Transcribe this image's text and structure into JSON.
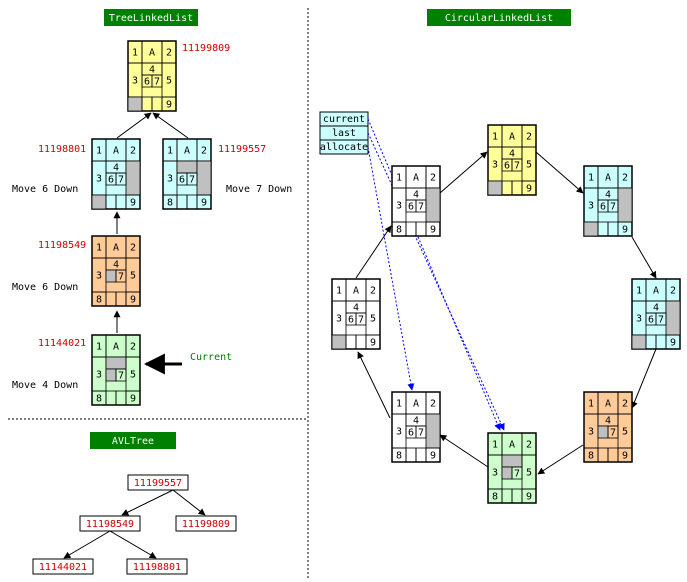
{
  "sections": {
    "tree": "TreeLinkedList",
    "circular": "CircularLinkedList",
    "avl": "AVLTree"
  },
  "colors": {
    "yellow": "#ffff99",
    "cyan": "#ccffff",
    "orange": "#ffcc99",
    "green": "#ccffcc",
    "white": "#ffffff",
    "gray": "#c0c0c0",
    "header": "#008000",
    "red": "#cc0000",
    "link": "#0000ff",
    "current": "#008000"
  },
  "tree": {
    "nodes": [
      {
        "id": "11199809",
        "color": "yellow",
        "gray": [
          8
        ]
      },
      {
        "id": "11198801",
        "color": "cyan",
        "gray": [
          5,
          8
        ]
      },
      {
        "id": "11199557",
        "color": "cyan",
        "gray": [
          5,
          4
        ]
      },
      {
        "id": "11198549",
        "color": "orange",
        "gray": [
          6
        ]
      },
      {
        "id": "11144021",
        "color": "green",
        "gray": [
          4,
          6
        ]
      }
    ],
    "moves": [
      "Move 6 Down",
      "Move 7 Down",
      "Move 6 Down",
      "Move 4 Down"
    ],
    "current_label": "Current"
  },
  "circular": {
    "pointers": [
      "current",
      "last",
      "allocate"
    ],
    "nodes": [
      {
        "color": "white",
        "gray": [
          5
        ]
      },
      {
        "color": "yellow",
        "gray": [
          8
        ]
      },
      {
        "color": "cyan",
        "gray": [
          5,
          8
        ]
      },
      {
        "color": "cyan",
        "gray": [
          5,
          8
        ]
      },
      {
        "color": "orange",
        "gray": [
          6
        ]
      },
      {
        "color": "green",
        "gray": [
          4,
          6
        ]
      },
      {
        "color": "white",
        "gray": [
          5
        ]
      },
      {
        "color": "white",
        "gray": [
          8
        ]
      }
    ]
  },
  "avl": {
    "nodes": [
      "11199557",
      "11198549",
      "11199809",
      "11144021",
      "11198801"
    ]
  }
}
